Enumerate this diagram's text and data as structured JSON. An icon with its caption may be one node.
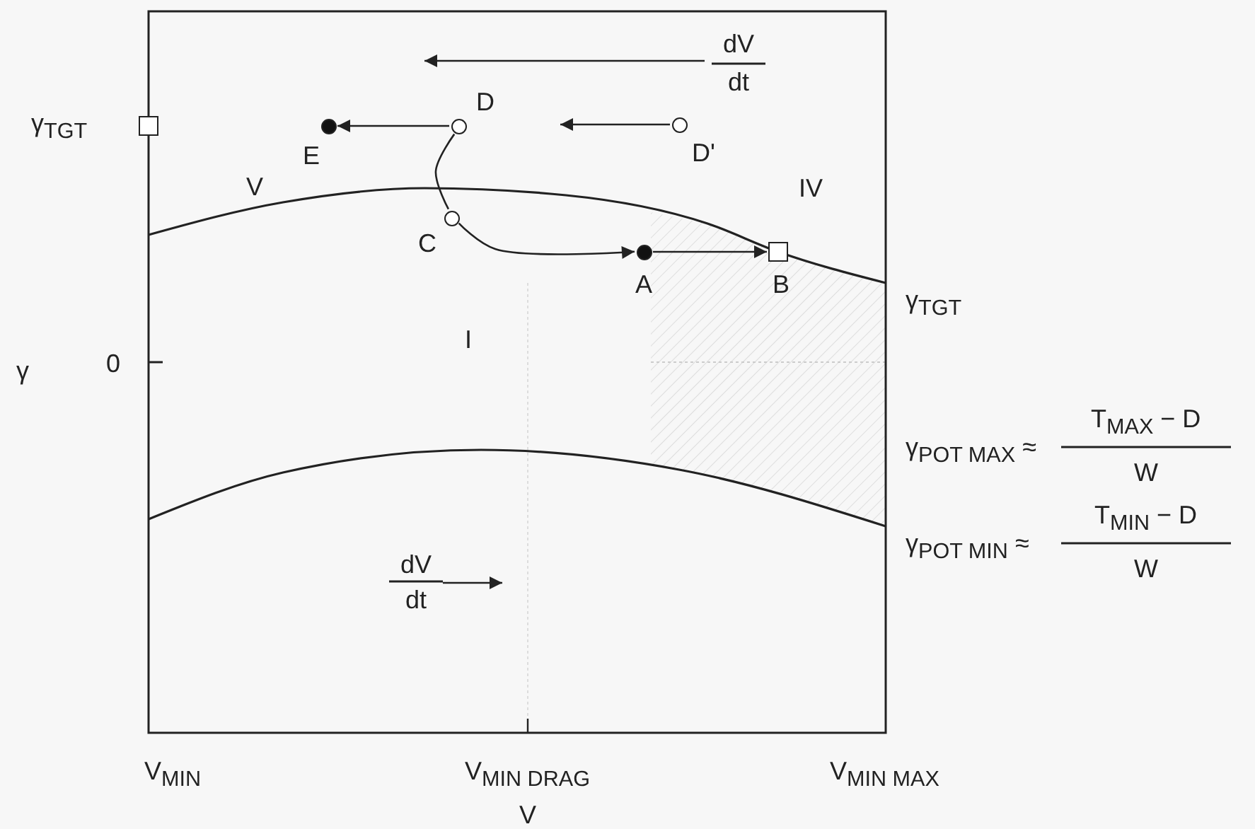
{
  "diagram": {
    "nodes": [
      {
        "text": [],
        "shape": "box",
        "beside": [
          "γ$_{TGT}$"
        ]
      },
      {
        "text": [],
        "shape": "dot",
        "beside": [
          "E"
        ]
      },
      {
        "text": [],
        "shape": "circle",
        "beside": [
          "D"
        ]
      },
      {
        "text": [],
        "shape": "circle",
        "beside": [
          "D'"
        ]
      },
      {
        "text": [],
        "shape": "circle",
        "beside": [
          "C"
        ]
      },
      {
        "text": [],
        "shape": "dot",
        "beside": [
          "A"
        ]
      },
      {
        "text": [],
        "shape": "box",
        "beside": [
          "B"
        ]
      }
    ],
    "edges": [
      {
        "from": 2,
        "to": 1,
        "arrow": "to"
      },
      {
        "from": 3,
        "to": null,
        "arrow": "to"
      },
      {
        "from": 2,
        "to": 4,
        "arrow": "none"
      },
      {
        "from": 4,
        "to": 5,
        "arrow": "to"
      },
      {
        "from": 5,
        "to": 6,
        "arrow": "to"
      }
    ],
    "labels": [
      "V",
      "IV",
      "I",
      "γ",
      "0",
      "γ$_{TGT}$",
      "γ$_{POT MAX}$ ≈",
      "T$_{MAX}$ − D",
      "W",
      "γ$_{POT MIN}$ ≈",
      "T$_{MIN}$ − D",
      "W",
      "dV",
      "dt",
      "dV",
      "dt",
      "V$_{MIN}$",
      "V$_{MIN DRAG}$",
      "V$_{MIN MAX}$",
      "V"
    ]
  }
}
